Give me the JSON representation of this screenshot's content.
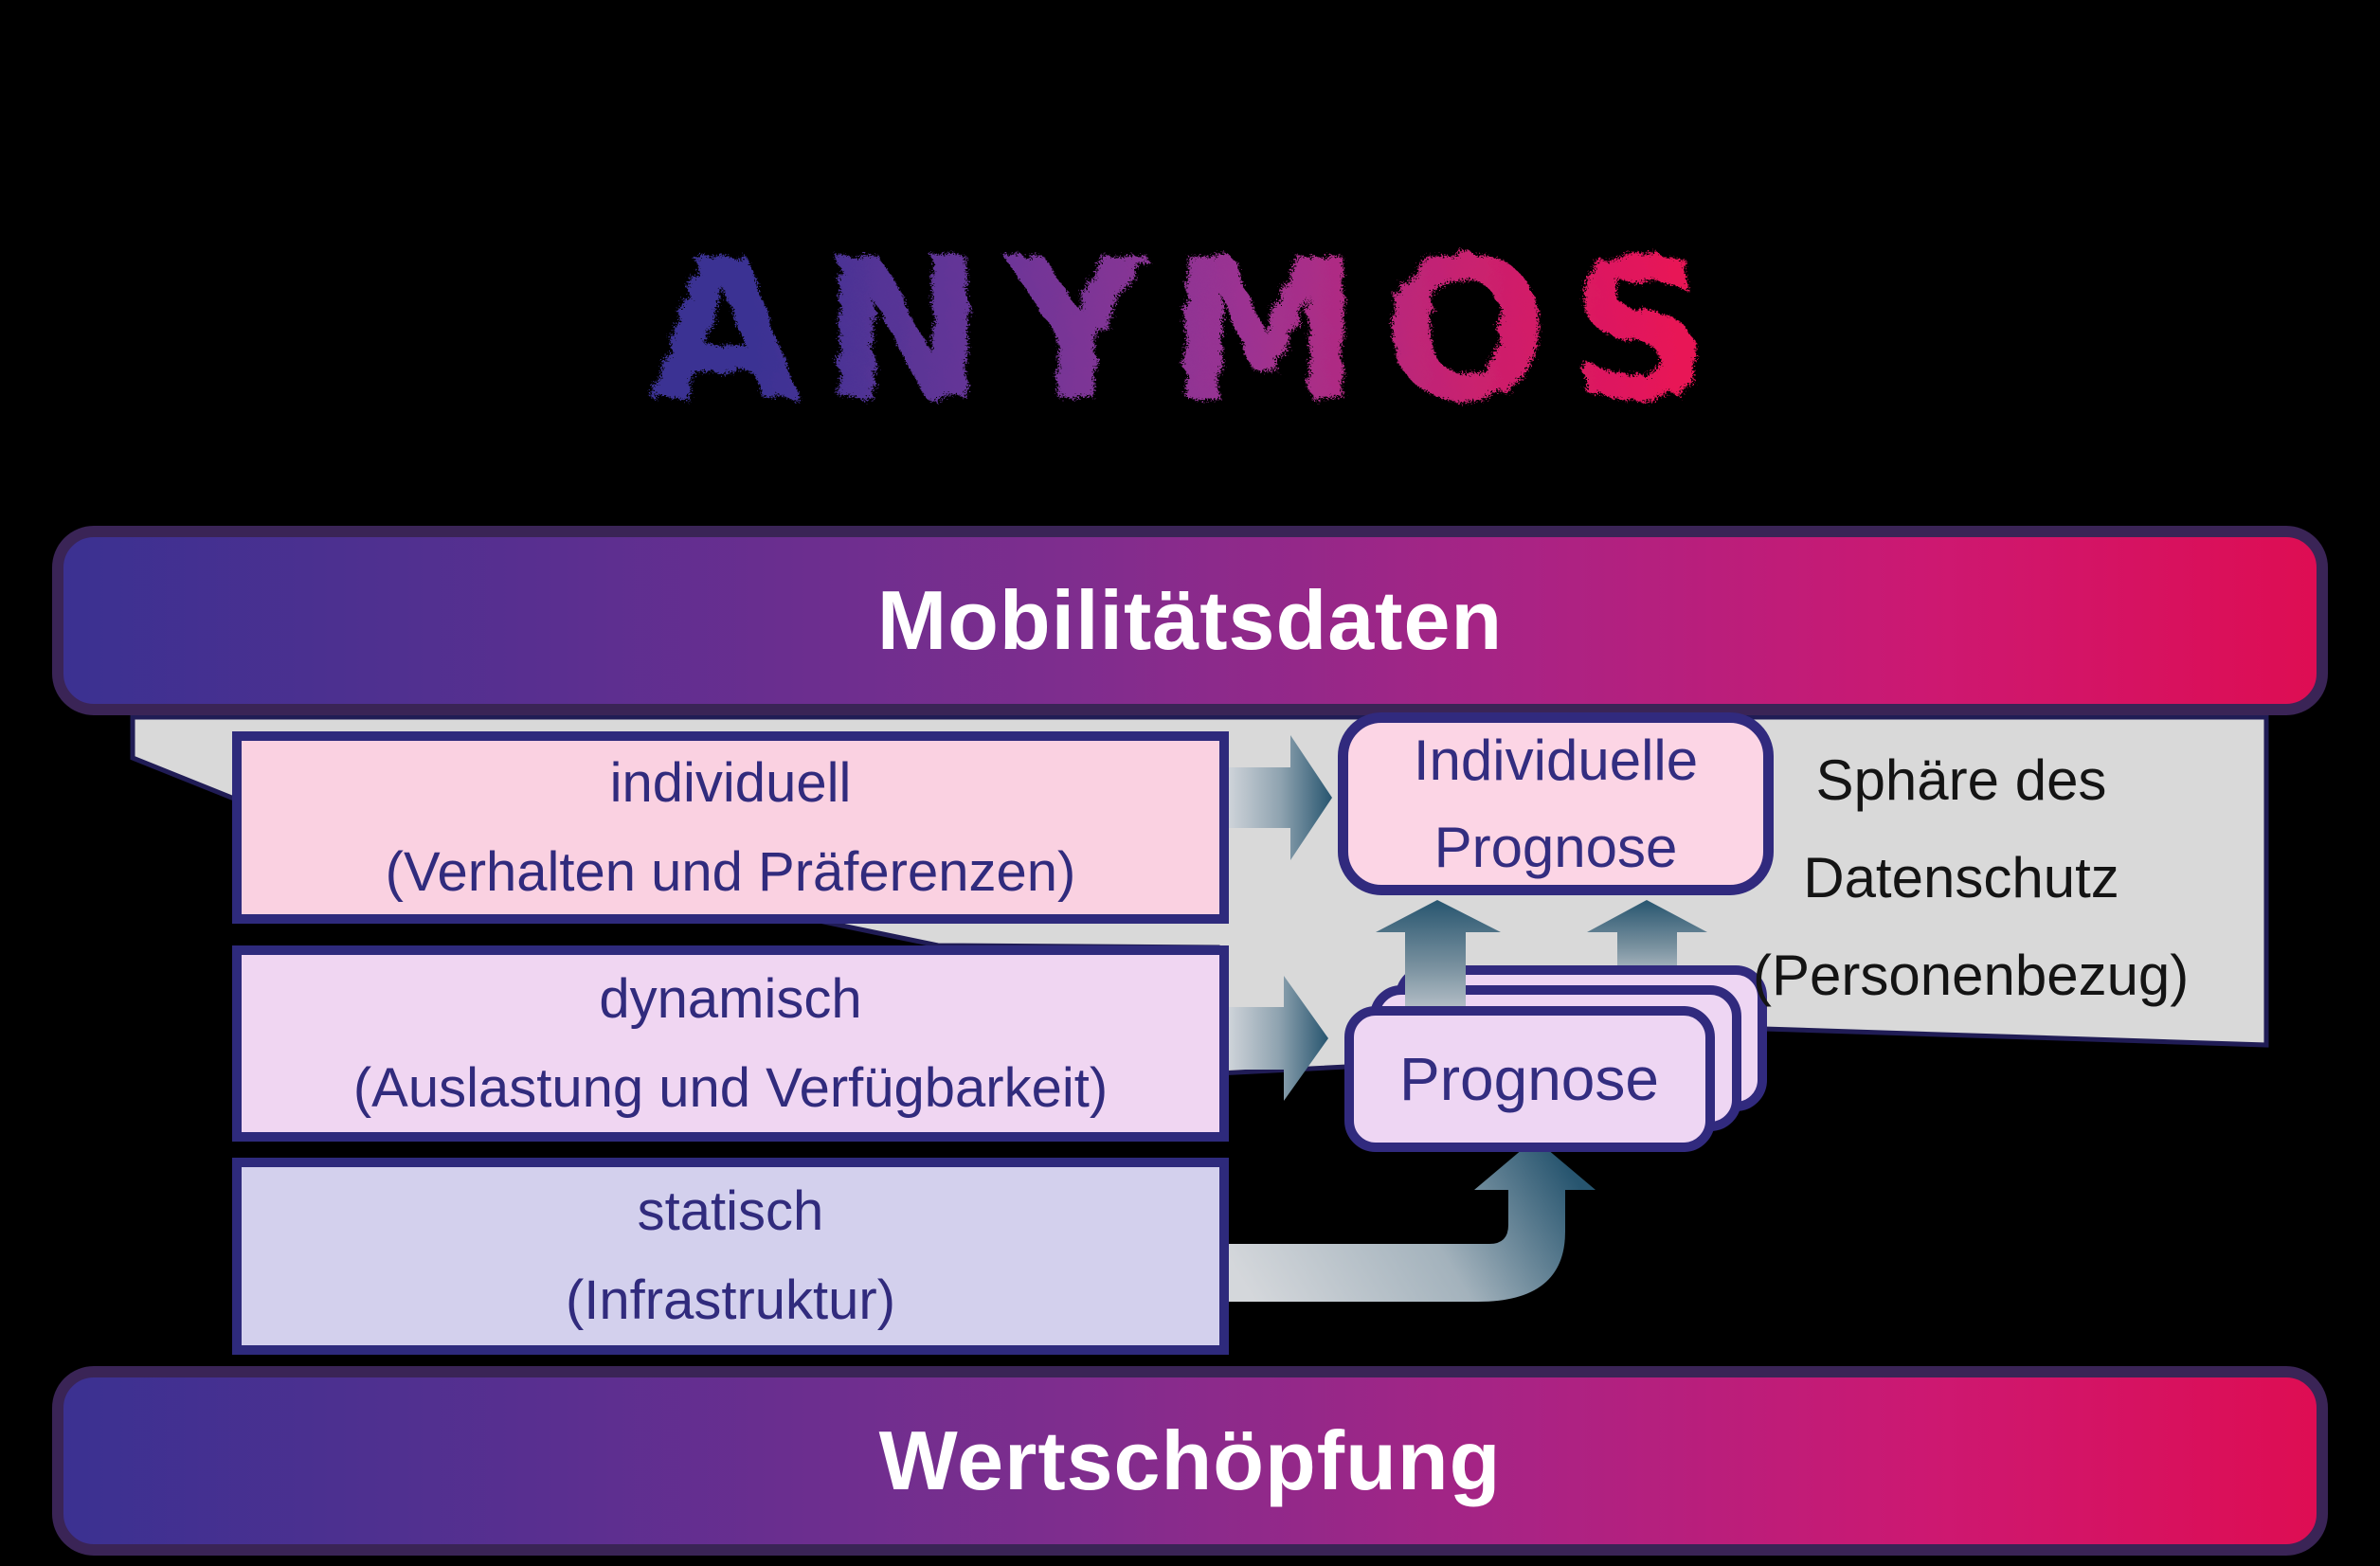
{
  "logo": {
    "text": "ANYMOS"
  },
  "banners": {
    "top": "Mobilitätsdaten",
    "bottom": "Wertschöpfung"
  },
  "data_boxes": [
    {
      "title": "individuell",
      "subtitle": "(Verhalten und Präferenzen)"
    },
    {
      "title": "dynamisch",
      "subtitle": "(Auslastung und Verfügbarkeit)"
    },
    {
      "title": "statisch",
      "subtitle": "(Infrastruktur)"
    }
  ],
  "prognosis": {
    "individual_line1": "Individuelle",
    "individual_line2": "Prognose",
    "stacked_label": "Prognose"
  },
  "privacy_zone": {
    "line1": "Sphäre des",
    "line2": "Datenschutz",
    "line3": "(Personenbezug)"
  },
  "colors": {
    "background": "#000000",
    "banner_gradient_start": "#3b3191",
    "banner_gradient_end": "#de0d53",
    "banner_border": "#3a2456",
    "box_border_navy": "#2e2a7c",
    "box_individuell_fill": "#fad1e1",
    "box_dynamisch_fill": "#f0d6f2",
    "box_statisch_fill": "#d3d0ed",
    "prognose_fill": "#eed6f3",
    "privacy_zone_fill": "#d9d9d9",
    "arrow_dark": "#27556f",
    "arrow_light": "#ced3d9",
    "text_navy": "#312b7d"
  }
}
